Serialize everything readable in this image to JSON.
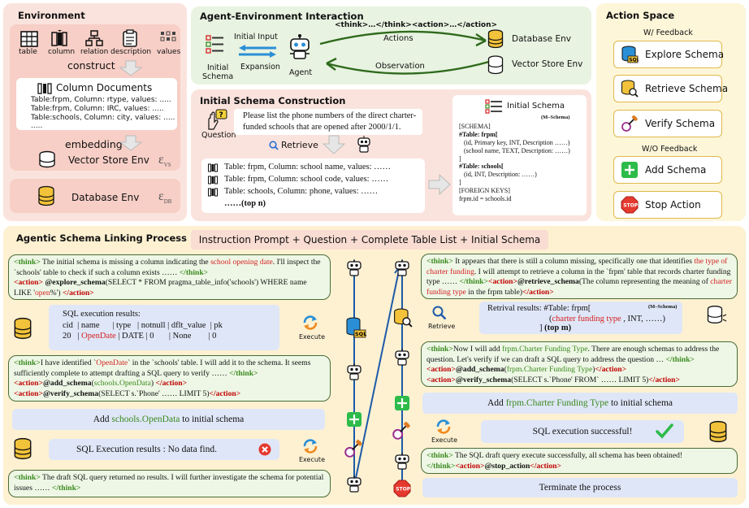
{
  "environment": {
    "title": "Environment",
    "icons": [
      "table",
      "column",
      "relation",
      "description",
      "values"
    ],
    "construct": "construct",
    "column_documents": {
      "title": "Column Documents",
      "lines": [
        "Table:frpm, Column: rtype, values: .....",
        "Table:frpm, Column: IRC, values: .....",
        "Table:schools, Column: city, values: .....",
        "....."
      ]
    },
    "embedding": "embedding",
    "vector_store": "Vector Store Env",
    "vector_symbol": "ε",
    "vector_sub": "VS",
    "database": "Database Env",
    "database_symbol": "ε",
    "database_sub": "DB"
  },
  "interaction": {
    "title": "Agent-Environment Interaction",
    "initial_input": "Initial Input",
    "expansion": "Expansion",
    "initial_schema": [
      "Initial",
      "Schema"
    ],
    "agent": "Agent",
    "format": "<think>…</think><action>…</action>",
    "actions": "Actions",
    "observation": "Observation",
    "database_env": "Database Env",
    "vector_env": "Vector Store Env"
  },
  "action_space": {
    "title": "Action Space",
    "with_feedback": "W/ Feedback",
    "without_feedback": "W/O Feedback",
    "buttons": [
      "Explore Schema",
      "Retrieve Schema",
      "Verify Schema",
      "Add Schema",
      "Stop Action"
    ]
  },
  "schema_construction": {
    "title": "Initial Schema Construction",
    "question_label": "Question",
    "question": [
      "Please list the phone numbers of the direct charter-",
      "funded schools that are opened after 2000/1/1."
    ],
    "retrieve": "Retrieve",
    "retrieved": [
      "Table: frpm, Column: school name, values: ……",
      "Table: frpm, Column: school code, values: ……",
      "Table: schools, Column: phone, values: ……",
      "……(top n)"
    ],
    "schema_title": "Initial Schema",
    "m_schema": "(M–Schema)",
    "schema_lines": [
      "[SCHEMA]",
      "#Table: frpm[",
      "(id, Primary key, INT,  Description ……)",
      "(school name,  TEXT, Description: ……)",
      "]",
      "#Table: schools[",
      "(id, INT,  Description:  ……)",
      "]",
      "[FOREIGN KEYS]",
      "frpm.id = schools.id"
    ]
  },
  "agentic": {
    "title": "Agentic Schema Linking Process",
    "header": "Instruction Prompt + Question + Complete Table List + Initial Schema",
    "l1": {
      "t1": "<think>",
      "a": " The initial schema is missing a column indicating the ",
      "b": "school opening date",
      "c": ". I'll inspect the `schools' table to check if such a column exists …… ",
      "t2": "</think>",
      "a1": "<action>",
      "d": " @explore_schema",
      "e": "(SELECT * FROM pragma_table_info('schools') WHERE name LIKE '",
      "f": "open",
      "g": "%') ",
      "a2": "</action>"
    },
    "sql1": {
      "title": "SQL execution results:",
      "header": [
        "cid",
        "name",
        "type",
        "notnull",
        "dflt_value",
        "pk"
      ],
      "row": [
        "20",
        "OpenDate",
        "DATE",
        "0",
        "None",
        "0"
      ],
      "execute": "Execute"
    },
    "l2": {
      "t1": "<think>",
      "a": "I have identified `",
      "b": "OpenDate",
      "c": "` in the `schools' table. I will add it to the schema. It seems sufficiently complete to attempt drafting a SQL query to verify …… ",
      "t2": "</think>",
      "a1": "<action>",
      "d": "@add_schema",
      "e": "(",
      "f": "schools.OpenData",
      "g": ") ",
      "a2": "</action>",
      "a3": "<action>",
      "h": "@verify_schema",
      "i": "(SELECT s.`Phone' …… LIMIT 5)",
      "a4": "</action>"
    },
    "add1": {
      "pre": "Add ",
      "item": "schools.OpenData",
      "post": " to initial schema"
    },
    "sql2": {
      "text": "SQL Execution results :  No data find.",
      "execute": "Execute"
    },
    "l3": {
      "t1": "<think>",
      "a": " The draft SQL query returned no results. I will further investigate the schema for potential issues …… ",
      "t2": "</think>"
    },
    "r1": {
      "t1": "<think>",
      "a": " It appears that there is still a column missing, specifically one that identifies ",
      "b": "the type of charter funding",
      "c": ". I will attempt to retrieve a column in the `frpm' table that records charter funding type …… ",
      "t2": "</think>",
      "a1": "<action>",
      "d": "@retrieve_schema",
      "e": "(The column representing the meaning of ",
      "f": "charter funding type",
      "g": " in the frpm table)",
      "a2": "</action>"
    },
    "retrieval": {
      "label": "Retrieve",
      "title": "Retrival results: #Table: frpm[",
      "m_schema": "(M–Schema)",
      "item": "charter funding type",
      "rest": " , INT,    ……)",
      "open": "(",
      "close": "]  ",
      "topm": "(top m)"
    },
    "r2": {
      "t1": "<think>",
      "a": "Now I will add ",
      "b": "frpm.Charter Funding Type",
      "c": ". There are enough schemas to address the question. Let's verify if we can draft a SQL query to address the question … ",
      "t2": "</think>",
      "a1": "<action>",
      "d": "@add_schema",
      "e": "(",
      "f": "frpm.Charter Funding Type",
      "g": ")",
      "a2": "</action>",
      "a3": "<action>",
      "h": "@verify_schema",
      "i": "(SELECT s.`Phone' FROM` …… LIMIT 5)",
      "a4": "</action>"
    },
    "add2": {
      "pre": "Add ",
      "item": "frpm.Charter Funding Type",
      "post": " to initial schema"
    },
    "sql3": {
      "text": "SQL execution successful!",
      "execute": "Execute"
    },
    "r3": {
      "t1": "<think>",
      "a": " The SQL draft query execute successfully, all schema has been obtained!",
      "t2": "</think>",
      "a1": "<action>",
      "d": "@stop_action",
      "a2": "</action>"
    },
    "terminate": "Terminate the process",
    "sql_tag": "SQL",
    "stop_tag": "STOP"
  },
  "colors": {
    "env_bg": "#fbe3dd",
    "interaction_bg": "#e8f3e1",
    "schema_bg": "#fbe3dd",
    "action_bg": "#fdf6d9",
    "agentic_bg": "#fdf1d2",
    "think": "#3a8a1e",
    "action": "#c00000"
  }
}
